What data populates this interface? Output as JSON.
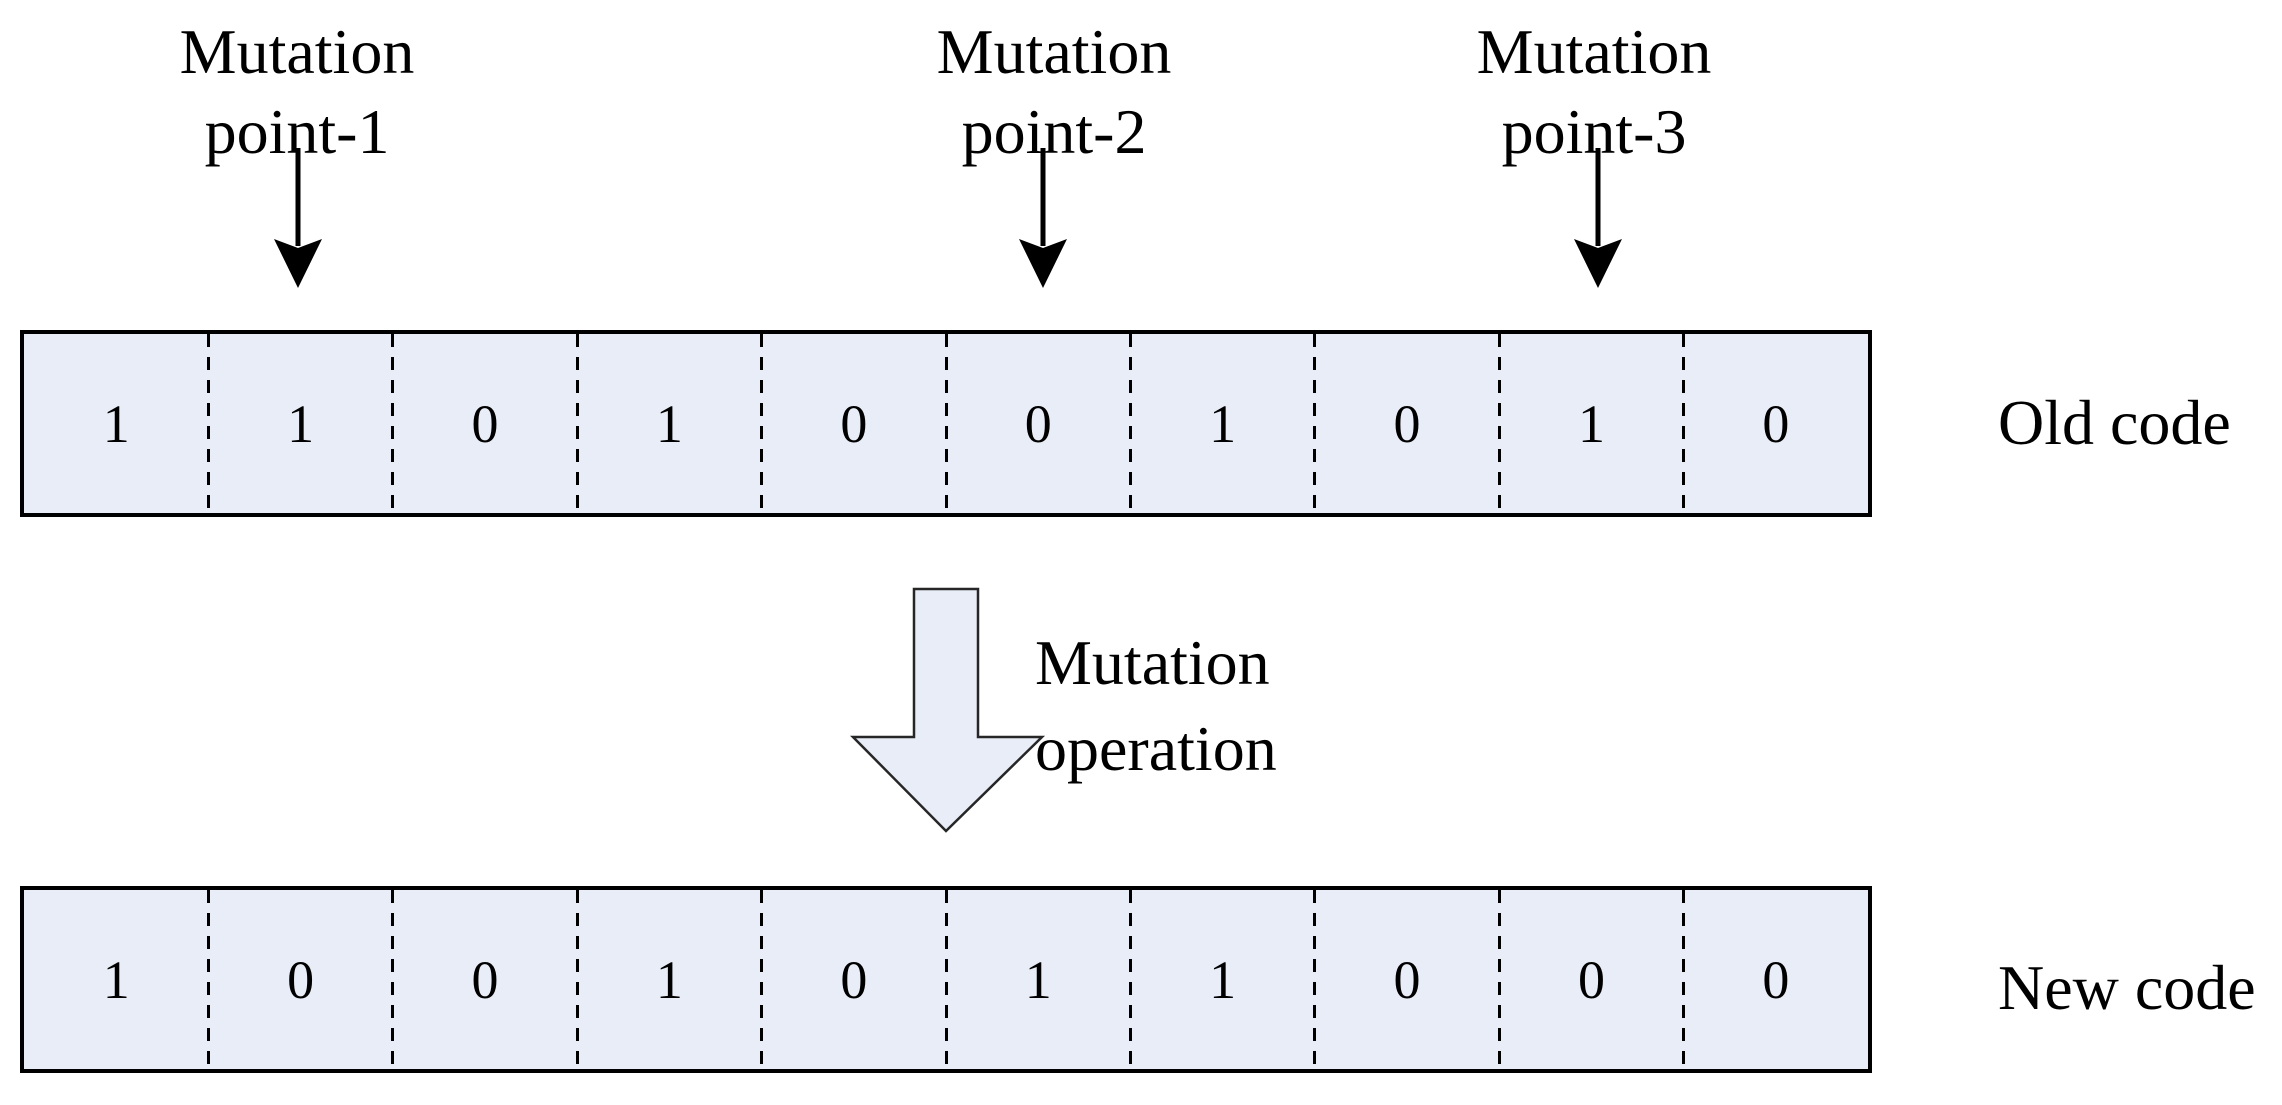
{
  "figure": {
    "description_title": "Mutation operation diagram"
  },
  "mutation_points": [
    {
      "line1": "Mutation",
      "line2": "point-1",
      "target_cell_index": 2
    },
    {
      "line1": "Mutation",
      "line2": "point-2",
      "target_cell_index": 6
    },
    {
      "line1": "Mutation",
      "line2": "point-3",
      "target_cell_index": 9
    }
  ],
  "operation": {
    "line1": "Mutation",
    "line2": "operation"
  },
  "rows": {
    "old": {
      "label": "Old code",
      "cells": [
        "1",
        "1",
        "0",
        "1",
        "0",
        "0",
        "1",
        "0",
        "1",
        "0"
      ]
    },
    "new": {
      "label": "New code",
      "cells": [
        "1",
        "0",
        "0",
        "1",
        "0",
        "1",
        "1",
        "0",
        "0",
        "0"
      ]
    }
  },
  "colors": {
    "cell_fill": "#e8edf7",
    "row_border": "#000000",
    "arrow_fill": "#e8edf7",
    "arrow_outline": "#262626",
    "text": "#000000",
    "background": "#ffffff"
  }
}
